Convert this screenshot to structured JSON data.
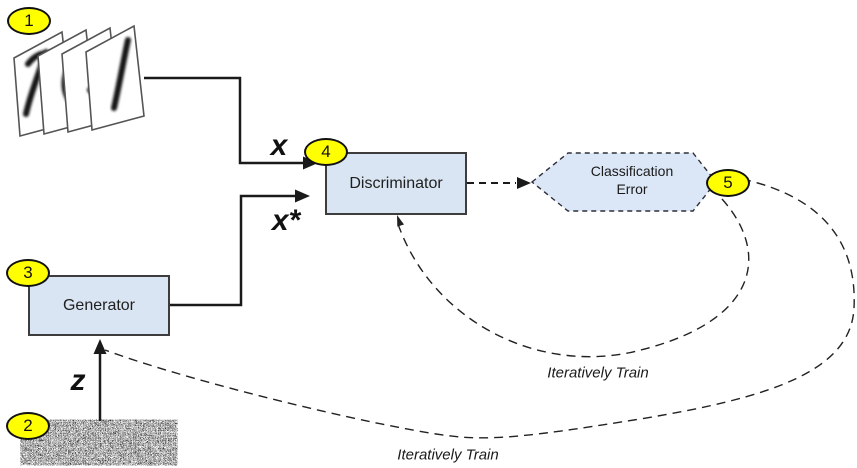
{
  "diagram": {
    "badges": {
      "real_data": "1",
      "noise": "2",
      "generator": "3",
      "discriminator": "4",
      "classification_error": "5"
    },
    "nodes": {
      "discriminator": {
        "label": "Discriminator"
      },
      "generator": {
        "label": "Generator"
      },
      "classification_error": {
        "line1": "Classification",
        "line2": "Error"
      }
    },
    "edge_labels": {
      "real_input": "x",
      "generated_input": "x*",
      "noise_input": "z",
      "iteratively_train_discriminator": "Iteratively Train",
      "iteratively_train_generator": "Iteratively Train"
    },
    "icons": {
      "real_samples": "handwritten-digit-cards",
      "noise_sample": "random-noise-patch"
    },
    "colors": {
      "node_fill": "#d9e5f2",
      "hexagon_fill": "#dbe7f6",
      "badge_fill": "#ffff00",
      "line": "#1a1a1a",
      "background": "#ffffff"
    }
  }
}
